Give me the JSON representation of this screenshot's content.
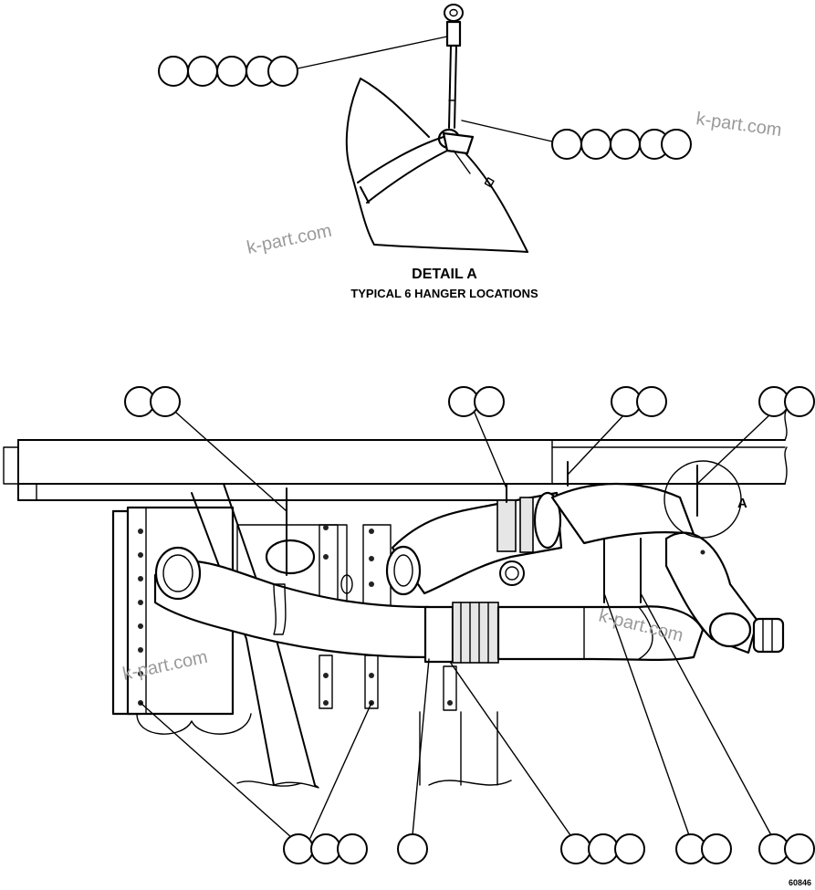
{
  "detail": {
    "title": "DETAIL A",
    "subtitle": "TYPICAL 6 HANGER LOCATIONS",
    "detail_callout": "A"
  },
  "figure_number": "60846",
  "watermark": "k-part.com",
  "callout_groups": [
    {
      "id": "detail-upper",
      "count": 5
    },
    {
      "id": "detail-lower",
      "count": 5
    },
    {
      "id": "main-top-1",
      "count": 2
    },
    {
      "id": "main-top-2",
      "count": 2
    },
    {
      "id": "main-top-3",
      "count": 2
    },
    {
      "id": "main-top-4",
      "count": 2
    },
    {
      "id": "main-bottom-1",
      "count": 3
    },
    {
      "id": "main-bottom-2",
      "count": 1
    },
    {
      "id": "main-bottom-3",
      "count": 3
    },
    {
      "id": "main-bottom-4",
      "count": 2
    },
    {
      "id": "main-bottom-5",
      "count": 2
    }
  ]
}
